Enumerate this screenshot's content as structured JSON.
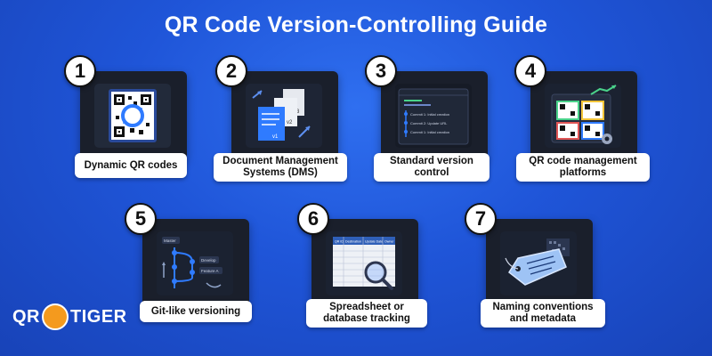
{
  "title": "QR Code Version-Controlling Guide",
  "items": [
    {
      "number": "1",
      "label": "Dynamic QR codes",
      "icon": "dynamic-qr-icon"
    },
    {
      "number": "2",
      "label": "Document Management Systems (DMS)",
      "icon": "document-versions-icon"
    },
    {
      "number": "3",
      "label": "Standard version control",
      "icon": "commit-history-icon"
    },
    {
      "number": "4",
      "label": "QR code management platforms",
      "icon": "qr-dashboard-icon"
    },
    {
      "number": "5",
      "label": "Git-like versioning",
      "icon": "git-branch-icon"
    },
    {
      "number": "6",
      "label": "Spreadsheet or database tracking",
      "icon": "spreadsheet-search-icon"
    },
    {
      "number": "7",
      "label": "Naming conventions and metadata",
      "icon": "tag-label-icon"
    }
  ],
  "card3_commits": [
    "Commit 1: Initial creation",
    "Commit 2: Update URL",
    "Commit 1: Initial creation"
  ],
  "card2_versions": [
    "v3",
    "v2",
    "v1"
  ],
  "card5_branches": [
    "Master",
    "Develop",
    "Feature A"
  ],
  "card6_headers": [
    "QR ID",
    "Destination",
    "Update Date",
    "Owner"
  ],
  "logo": {
    "left": "QR",
    "right": "TIGER"
  },
  "colors": {
    "background": "#1f55d8",
    "card": "#1a1f2b",
    "accent": "#2f7bff",
    "logo_orange": "#f49a1e"
  }
}
